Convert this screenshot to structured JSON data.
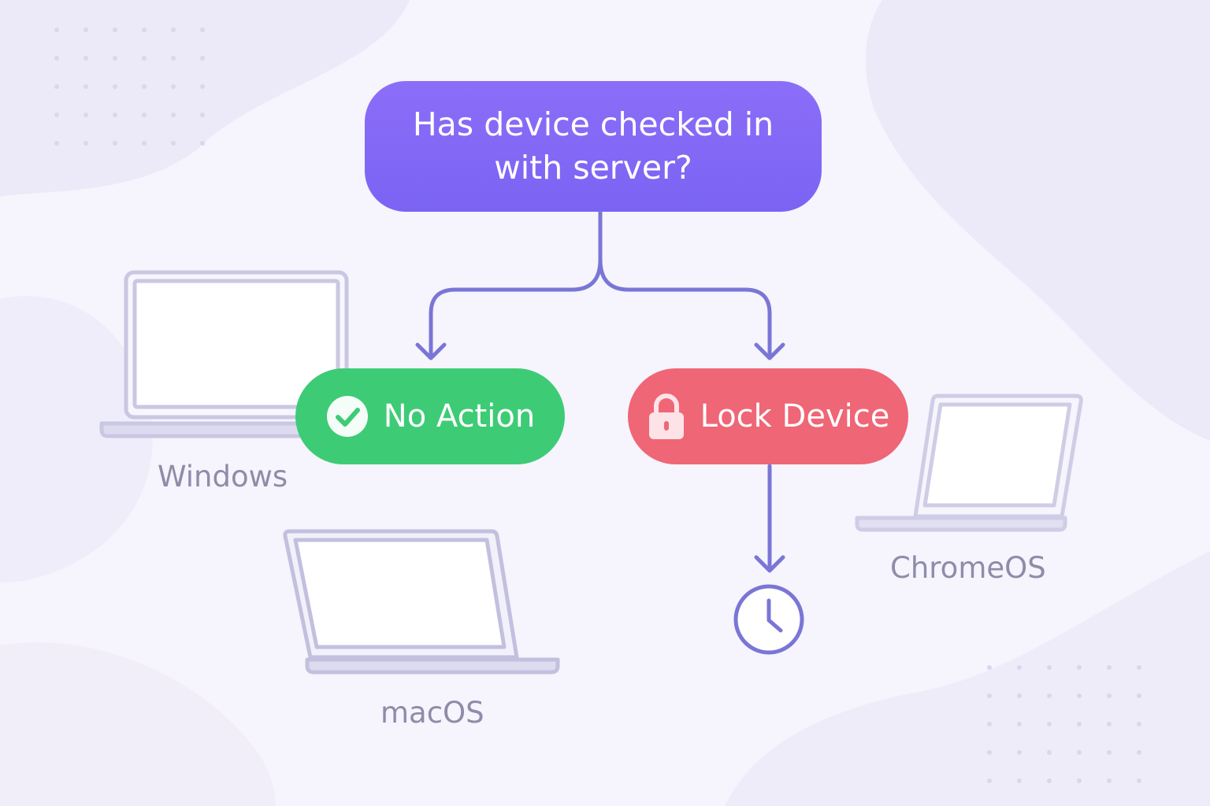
{
  "question": {
    "text": "Has device checked in with server?"
  },
  "outcomes": {
    "no_action": {
      "label": "No Action",
      "icon": "check-circle-icon"
    },
    "lock_device": {
      "label": "Lock Device",
      "icon": "lock-icon"
    }
  },
  "devices": {
    "windows": {
      "label": "Windows",
      "icon": "laptop-icon"
    },
    "macos": {
      "label": "macOS",
      "icon": "laptop-icon"
    },
    "chromeos": {
      "label": "ChromeOS",
      "icon": "laptop-icon"
    }
  },
  "timer": {
    "icon": "clock-icon"
  },
  "colors": {
    "question": "#7b63f3",
    "no_action": "#3ecb76",
    "lock_device": "#ef6676",
    "connector": "#7a76d6",
    "device": "#c9c7e2",
    "device_label": "#8e8ca8"
  }
}
